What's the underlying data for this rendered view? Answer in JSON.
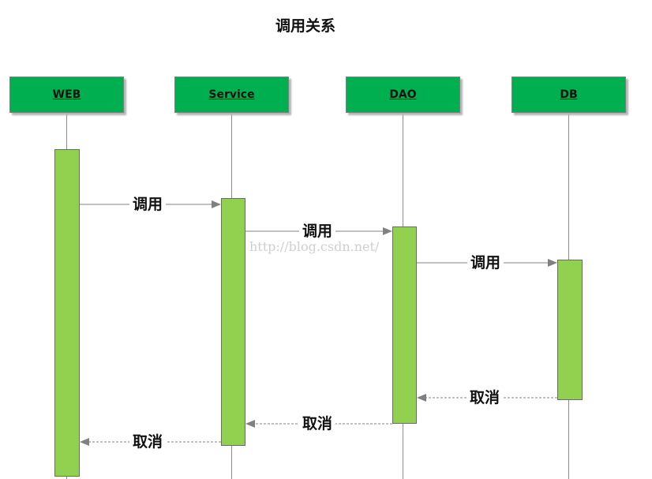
{
  "diagram": {
    "title": "调用关系",
    "participants": {
      "web": "WEB",
      "service": "Service",
      "dao": "DAO",
      "db": "DB"
    },
    "messages": {
      "web_to_service": "调用",
      "service_to_dao": "调用",
      "dao_to_db": "调用",
      "db_to_dao": "取消",
      "dao_to_service": "取消",
      "service_to_web": "取消"
    },
    "watermark": "http://blog.csdn.net/"
  },
  "colors": {
    "participant_fill": "#00b050",
    "activation_fill": "#92d050",
    "arrow": "#808080"
  }
}
